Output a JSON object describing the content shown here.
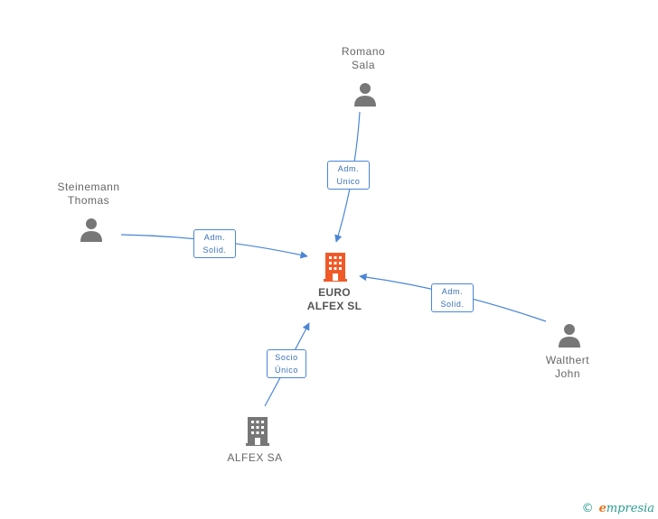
{
  "nodes": {
    "center": {
      "line1": "EURO",
      "line2": "ALFEX SL",
      "icon": "building-icon",
      "color": "#f05a28"
    },
    "romano": {
      "line1": "Romano",
      "line2": "Sala",
      "icon": "person-icon"
    },
    "steinemann": {
      "line1": "Steinemann",
      "line2": "Thomas",
      "icon": "person-icon"
    },
    "walthert": {
      "line1": "Walthert",
      "line2": "John",
      "icon": "person-icon"
    },
    "alfex_sa": {
      "line1": "ALFEX SA",
      "icon": "building-icon"
    }
  },
  "edges": {
    "romano": {
      "line1": "Adm.",
      "line2": "Unico"
    },
    "steinemann": {
      "line1": "Adm.",
      "line2": "Solid."
    },
    "walthert": {
      "line1": "Adm.",
      "line2": "Solid."
    },
    "alfex_sa": {
      "line1": "Socio",
      "line2": "Único"
    }
  },
  "colors": {
    "edge": "#4a86d6",
    "node_gray": "#777777",
    "center": "#f05a28"
  },
  "brand": {
    "copyright": "©",
    "first_letter": "e",
    "rest": "mpresia"
  }
}
